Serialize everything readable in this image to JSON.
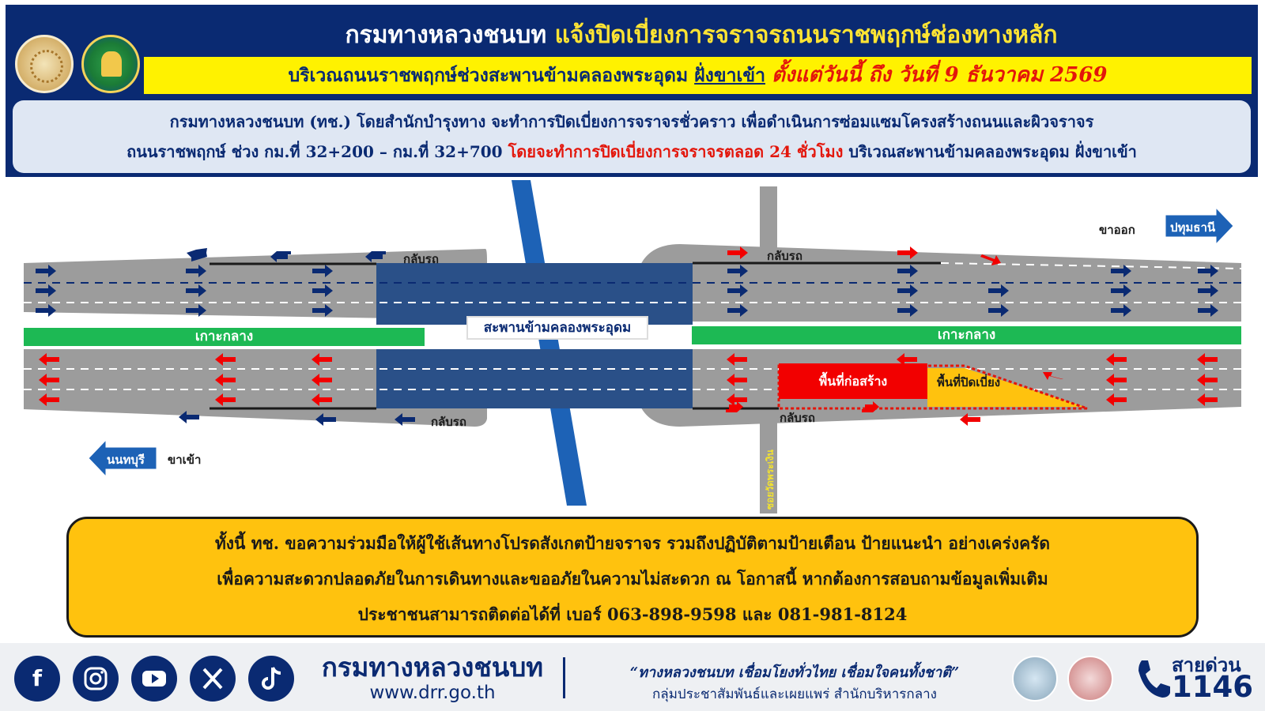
{
  "header": {
    "title_part1": "กรมทางหลวงชนบท",
    "title_part2": "แจ้งปิดเบี่ยงการจราจรถนนราชพฤกษ์ช่องทางหลัก",
    "subtitle_location": "บริเวณถนนราชพฤกษ์ช่วงสะพานข้ามคลองพระอุดม",
    "subtitle_direction": "ฝั่งขาเข้า",
    "subtitle_period": "ตั้งแต่วันนี้ ถึง วันที่ 9 ธันวาคม 2569"
  },
  "info": {
    "line1": "กรมทางหลวงชนบท (ทช.) โดยสำนักบำรุงทาง จะทำการปิดเบี่ยงการจราจรชั่วคราว เพื่อดำเนินการซ่อมแซมโครงสร้างถนนและผิวจราจร",
    "line2_start": "ถนนราชพฤกษ์ ช่วง กม.ที่ 32+200 – กม.ที่ 32+700",
    "line2_highlight": "โดยจะทำการปิดเบี่ยงการจราจรตลอด 24 ชั่วโมง",
    "line2_end": "บริเวณสะพานข้ามคลองพระอุดม ฝั่งขาเข้า"
  },
  "diagram": {
    "median_left": "เกาะกลาง",
    "median_right": "เกาะกลาง",
    "bridge_label": "สะพานข้ามคลองพระอุดม",
    "uturn_labels": [
      "กลับรถ",
      "กลับรถ",
      "กลับรถ",
      "กลับรถ"
    ],
    "outbound_label": "ขาออก",
    "outbound_destination": "ปทุมธานี",
    "inbound_label": "ขาเข้า",
    "inbound_destination": "นนทบุรี",
    "construction_zone": "พื้นที่ก่อสร้าง",
    "detour_zone": "พื้นที่ปิดเบี่ยง",
    "side_road": "ซอยวัดพระเงิน",
    "colors": {
      "road": "#9c9c9c",
      "bridge": "#2a5088",
      "median": "#1db954",
      "canal": "#1d62b6",
      "construction": "#f20000",
      "detour": "#ffc20e"
    }
  },
  "note": {
    "line1": "ทั้งนี้ ทช. ขอความร่วมมือให้ผู้ใช้เส้นทางโปรดสังเกตป้ายจราจร รวมถึงปฏิบัติตามป้ายเตือน ป้ายแนะนำ อย่างเคร่งครัด",
    "line2": "เพื่อความสะดวกปลอดภัยในการเดินทางและขออภัยในความไม่สะดวก ณ โอกาสนี้ หากต้องการสอบถามข้อมูลเพิ่มเติม",
    "line3": "ประชาชนสามารถติดต่อได้ที่ เบอร์ 063-898-9598 และ 081-981-8124"
  },
  "footer": {
    "social_icons": [
      "facebook-icon",
      "instagram-icon",
      "youtube-icon",
      "x-icon",
      "tiktok-icon"
    ],
    "org_name": "กรมทางหลวงชนบท",
    "website": "www.drr.go.th",
    "slogan": "“ทางหลวงชนบท เชื่อมโยงทั่วไทย เชื่อมใจคนทั้งชาติ”",
    "department": "กลุ่มประชาสัมพันธ์และเผยแพร่ สำนักบริหารกลาง",
    "hotline_label": "สายด่วน",
    "hotline_number": "1146"
  }
}
